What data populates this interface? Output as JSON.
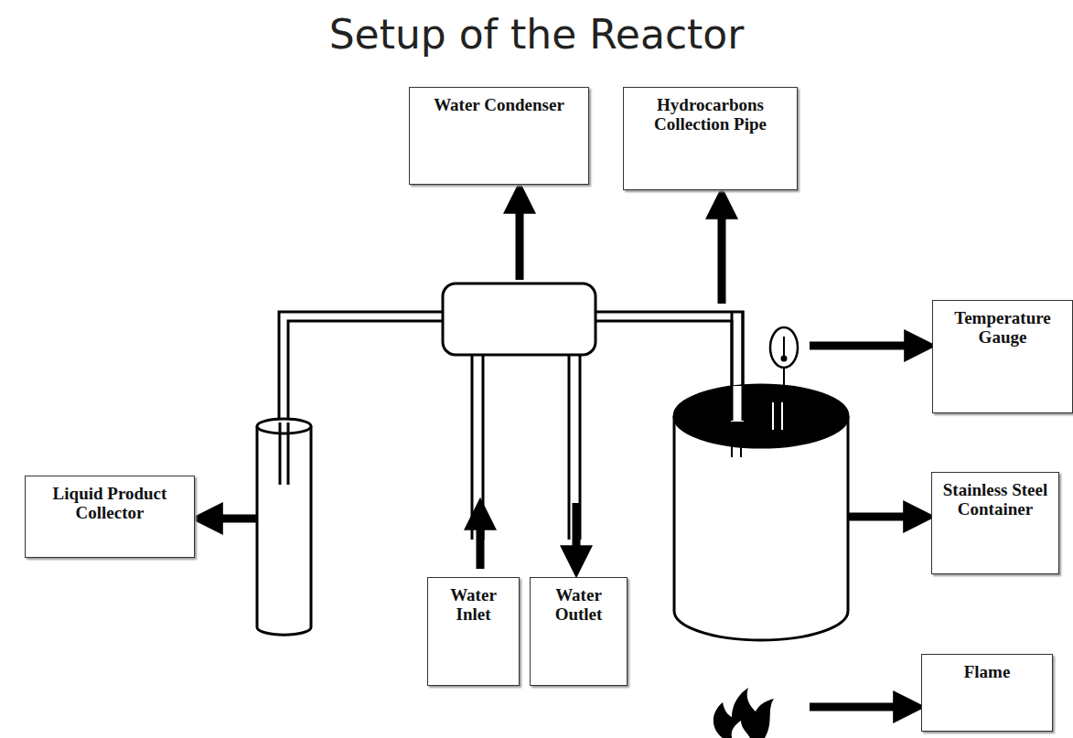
{
  "diagram": {
    "title": "Setup of the Reactor",
    "nodes": [
      {
        "text": [
          "Water Condenser"
        ]
      },
      {
        "text": [
          "Hydrocarbons Collection Pipe"
        ]
      },
      {
        "text": [
          "Temperature Gauge"
        ]
      },
      {
        "text": [
          "Liquid Product Collector"
        ]
      },
      {
        "text": [
          "Stainless Steel Container"
        ]
      },
      {
        "text": [
          "Water Inlet"
        ]
      },
      {
        "text": [
          "Water Outlet"
        ]
      },
      {
        "text": [
          "Flame"
        ]
      }
    ]
  }
}
